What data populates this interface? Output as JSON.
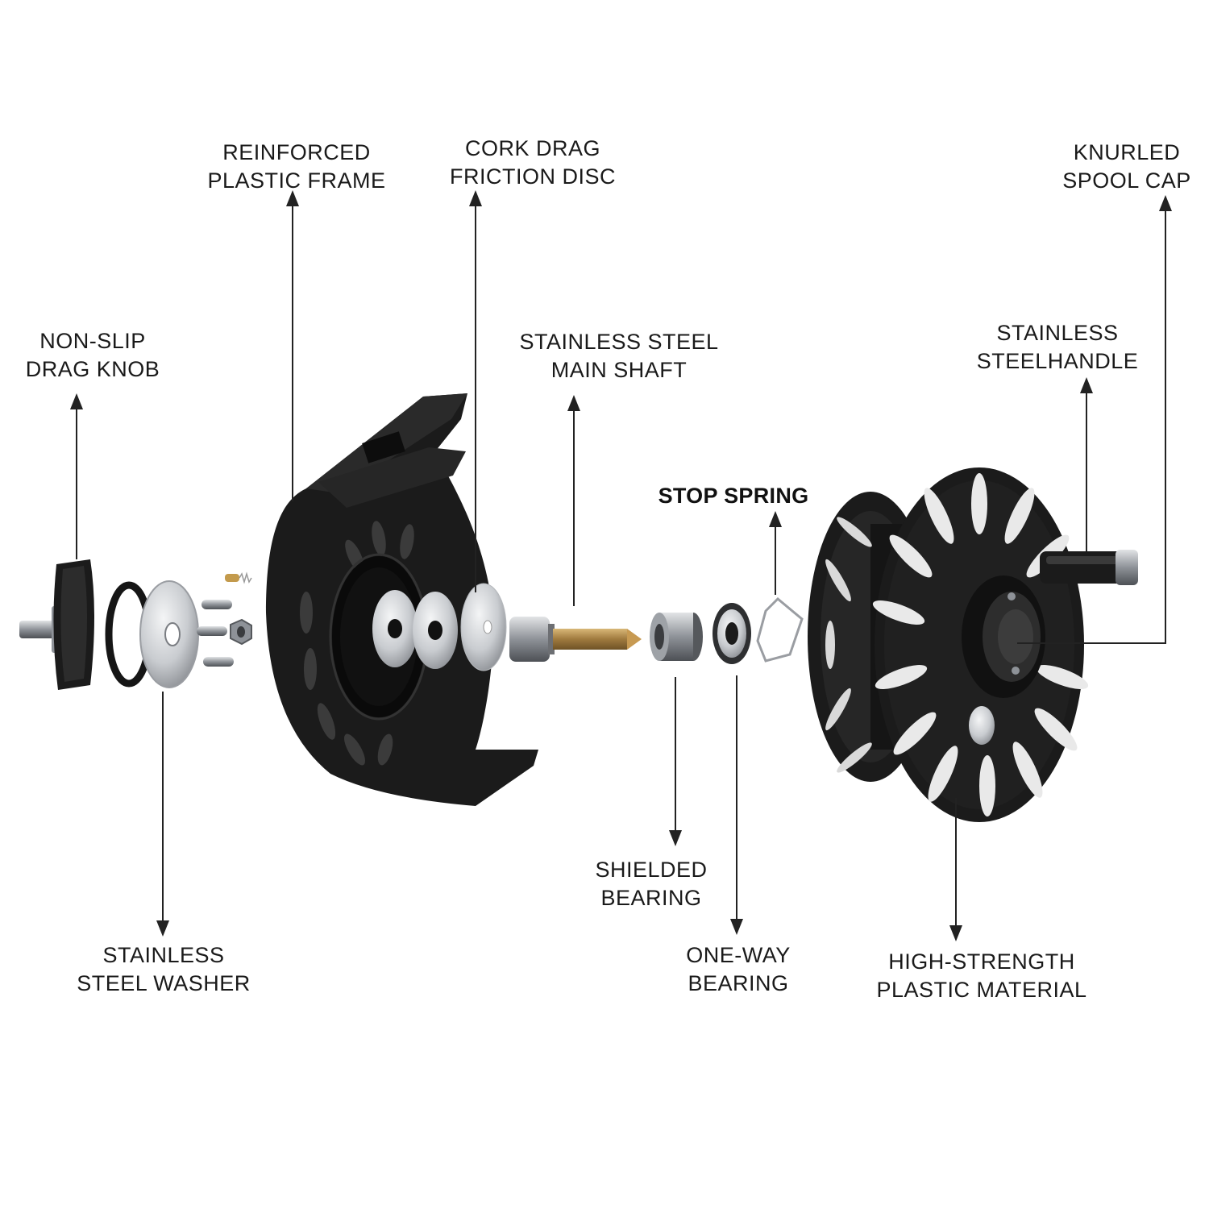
{
  "colors": {
    "background": "#ffffff",
    "text": "#1a1a1a",
    "leader": "#222222",
    "plastic_black": "#1b1b1b",
    "plastic_highlight": "#3c3c3c",
    "silver": "#c9ccd0",
    "brass": "#b08a4e"
  },
  "labels": {
    "drag_knob": [
      "NON-SLIP",
      "DRAG KNOB"
    ],
    "frame": [
      "REINFORCED",
      "PLASTIC FRAME"
    ],
    "cork_disc": [
      "CORK DRAG",
      "FRICTION DISC"
    ],
    "main_shaft": [
      "STAINLESS STEEL",
      "MAIN SHAFT"
    ],
    "stop_spring": [
      "STOP SPRING"
    ],
    "spool_cap": [
      "KNURLED",
      "SPOOL CAP"
    ],
    "handle": [
      "STAINLESS",
      "STEELHANDLE"
    ],
    "washer": [
      "STAINLESS",
      "STEEL WASHER"
    ],
    "shielded_bearing": [
      "SHIELDED",
      "BEARING"
    ],
    "one_way_bearing": [
      "ONE-WAY",
      "BEARING"
    ],
    "spool_material": [
      "HIGH-STRENGTH",
      "PLASTIC MATERIAL"
    ]
  }
}
